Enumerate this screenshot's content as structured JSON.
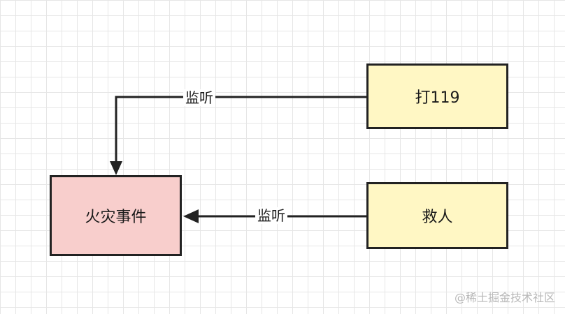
{
  "nodes": {
    "fire_event": "火灾事件",
    "call_119": "打119",
    "rescue": "救人"
  },
  "edges": {
    "call_to_fire_label": "监听",
    "rescue_to_fire_label": "监听"
  },
  "watermark": "@稀土掘金技术社区",
  "colors": {
    "fire_fill": "#f8cecc",
    "action_fill": "#fff7c4",
    "stroke": "#222222",
    "grid": "#e6e6e6"
  }
}
